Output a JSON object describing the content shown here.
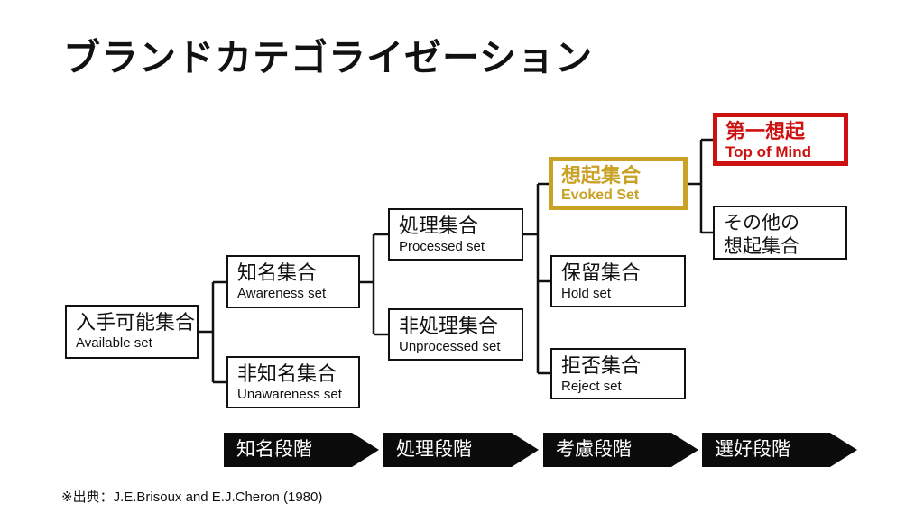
{
  "title": "ブランドカテゴライゼーション",
  "colors": {
    "accent_gold": "#C8A125",
    "accent_red": "#CD1111",
    "box_border": "#111111",
    "stage_fill": "#0B0B0B"
  },
  "nodes": {
    "available": {
      "jp": "入手可能集合",
      "en": "Available set"
    },
    "awareness": {
      "jp": "知名集合",
      "en": "Awareness set"
    },
    "unawareness": {
      "jp": "非知名集合",
      "en": "Unawareness set"
    },
    "processed": {
      "jp": "処理集合",
      "en": "Processed set"
    },
    "unprocessed": {
      "jp": "非処理集合",
      "en": "Unprocessed set"
    },
    "evoked": {
      "jp": "想起集合",
      "en": "Evoked Set"
    },
    "hold": {
      "jp": "保留集合",
      "en": "Hold set"
    },
    "reject": {
      "jp": "拒否集合",
      "en": "Reject set"
    },
    "top_of_mind": {
      "jp": "第一想起",
      "en": "Top of Mind"
    },
    "other_evoked": {
      "jp1": "その他の",
      "jp2": "想起集合"
    }
  },
  "stages": [
    {
      "label": "知名段階"
    },
    {
      "label": "処理段階"
    },
    {
      "label": "考慮段階"
    },
    {
      "label": "選好段階"
    }
  ],
  "source": "※出典：J.E.Brisoux and E.J.Cheron (1980)"
}
